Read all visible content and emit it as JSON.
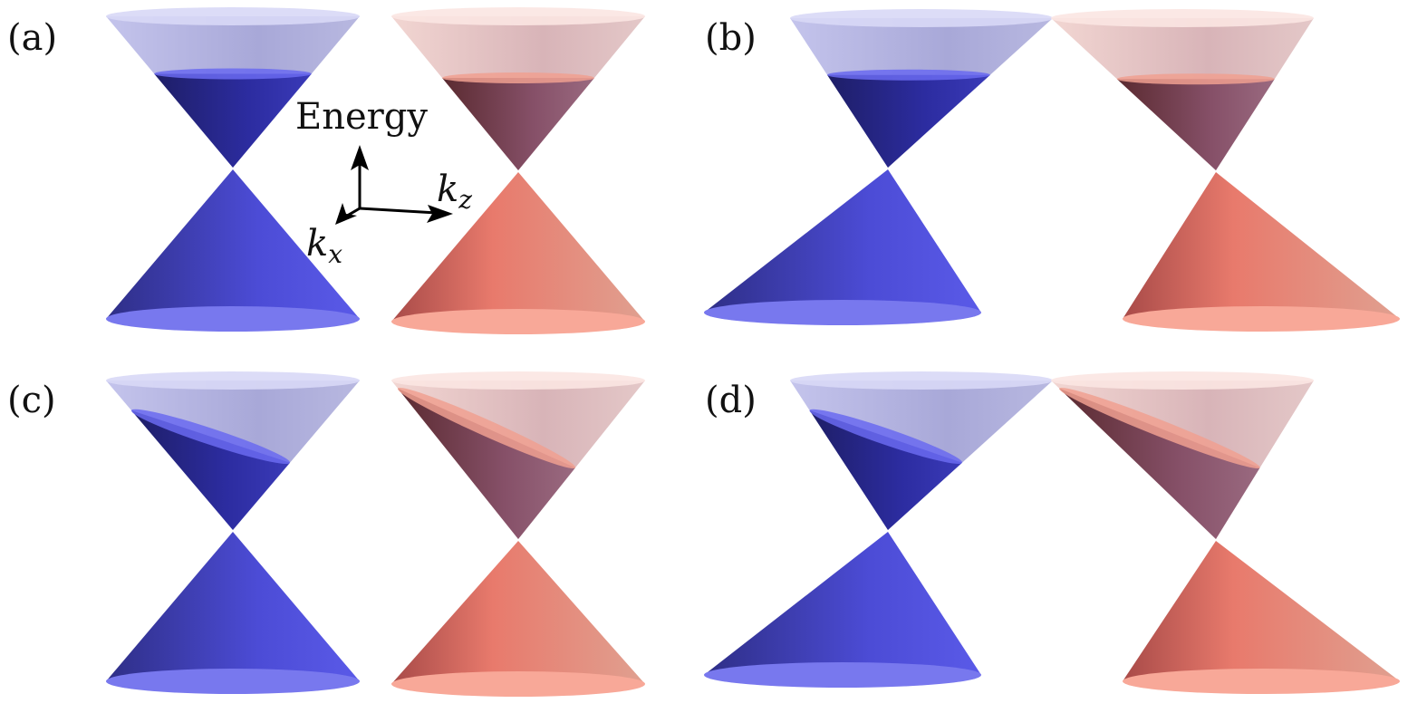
{
  "panels": [
    {
      "label": "(a)"
    },
    {
      "label": "(b)"
    },
    {
      "label": "(c)"
    },
    {
      "label": "(d)"
    }
  ],
  "axes": {
    "energy": "Energy",
    "kz": "k",
    "kz_sub": "z",
    "kx": "k",
    "kx_sub": "x"
  },
  "colors": {
    "blue": "#4a4ad8",
    "blue_dark": "#2a2a80",
    "red": "#e8806e",
    "red_dark": "#7a3a4a",
    "blue_light": "#c8c8f0",
    "red_light": "#f4d4d0"
  }
}
